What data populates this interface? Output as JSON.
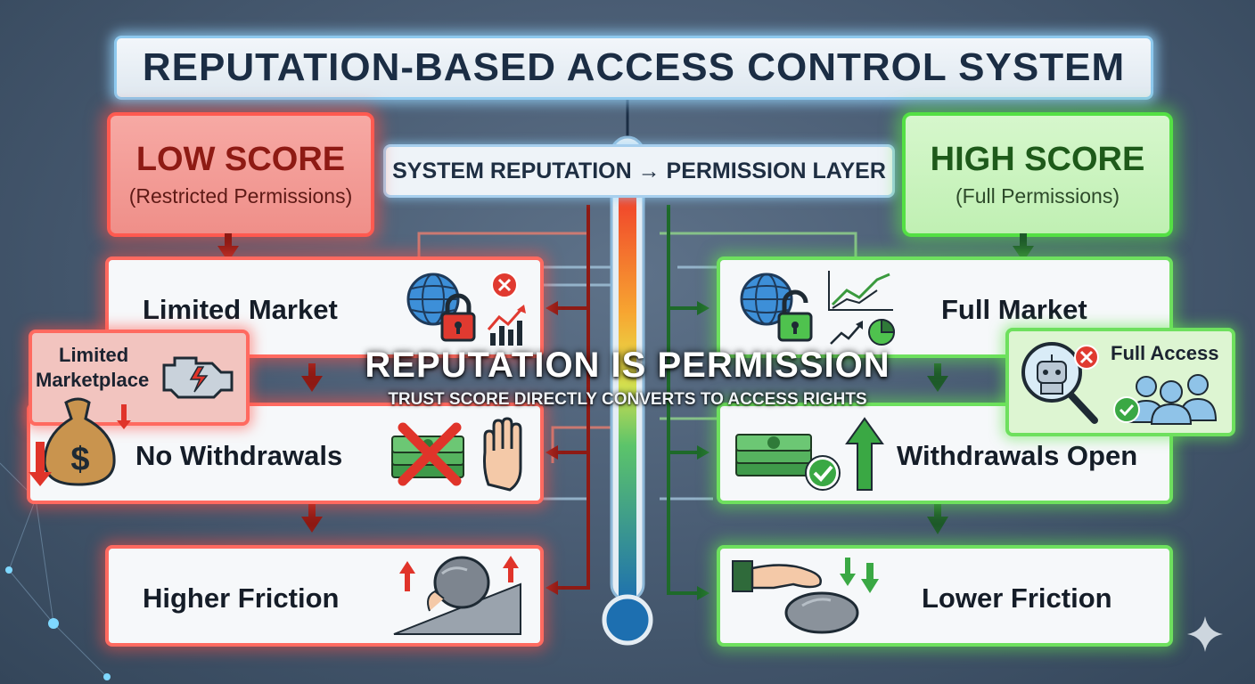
{
  "title": "REPUTATION-BASED ACCESS CONTROL SYSTEM",
  "layer_label": "SYSTEM REPUTATION → PERMISSION LAYER",
  "low": {
    "heading": "LOW SCORE",
    "subheading": "(Restricted Permissions)",
    "items": [
      "Limited Market",
      "No Withdrawals",
      "Higher Friction"
    ],
    "callout": [
      "Limited",
      "Marketplace"
    ]
  },
  "high": {
    "heading": "HIGH SCORE",
    "subheading": "(Full Permissions)",
    "items": [
      "Full Market",
      "Withdrawals Open",
      "Lower Friction"
    ],
    "callout": "Full Access"
  },
  "center": {
    "headline": "REPUTATION IS PERMISSION",
    "subline": "TRUST SCORE DIRECTLY CONVERTS TO ACCESS RIGHTS"
  },
  "colors": {
    "low": "#ff5a50",
    "high": "#54e044",
    "accent": "#8ec9ee",
    "background": "#4a5d74"
  },
  "icons": {
    "gauge": "thermometer-gauge",
    "low_market": [
      "globe-icon",
      "padlock-icon",
      "x-circle-icon",
      "declining-chart-icon"
    ],
    "low_withdraw": [
      "cash-stack-icon",
      "red-x-icon",
      "stop-hand-icon"
    ],
    "low_friction": [
      "boulder-icon",
      "up-arrow-icon"
    ],
    "low_callout": [
      "engine-warning-icon",
      "money-bag-icon",
      "down-arrow-icon"
    ],
    "high_market": [
      "globe-icon",
      "open-padlock-icon",
      "rising-chart-icon",
      "pie-chart-icon"
    ],
    "high_withdraw": [
      "cash-stack-icon",
      "check-circle-icon",
      "up-arrow-icon"
    ],
    "high_friction": [
      "hand-icon",
      "stone-icon",
      "down-arrow-icon"
    ],
    "high_callout": [
      "magnifier-robot-icon",
      "x-circle-icon",
      "users-icon",
      "check-circle-icon"
    ],
    "corner": "sparkle-icon"
  }
}
